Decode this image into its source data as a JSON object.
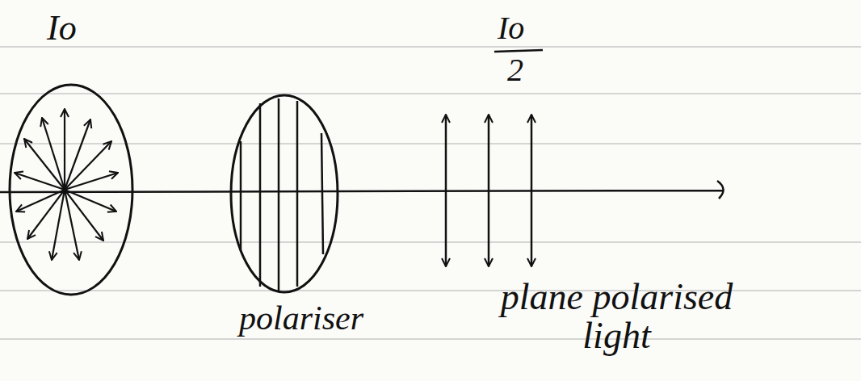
{
  "diagram": {
    "labels": [
      "Io",
      "Io",
      "2",
      "polariser",
      "plane polarised light"
    ]
  }
}
